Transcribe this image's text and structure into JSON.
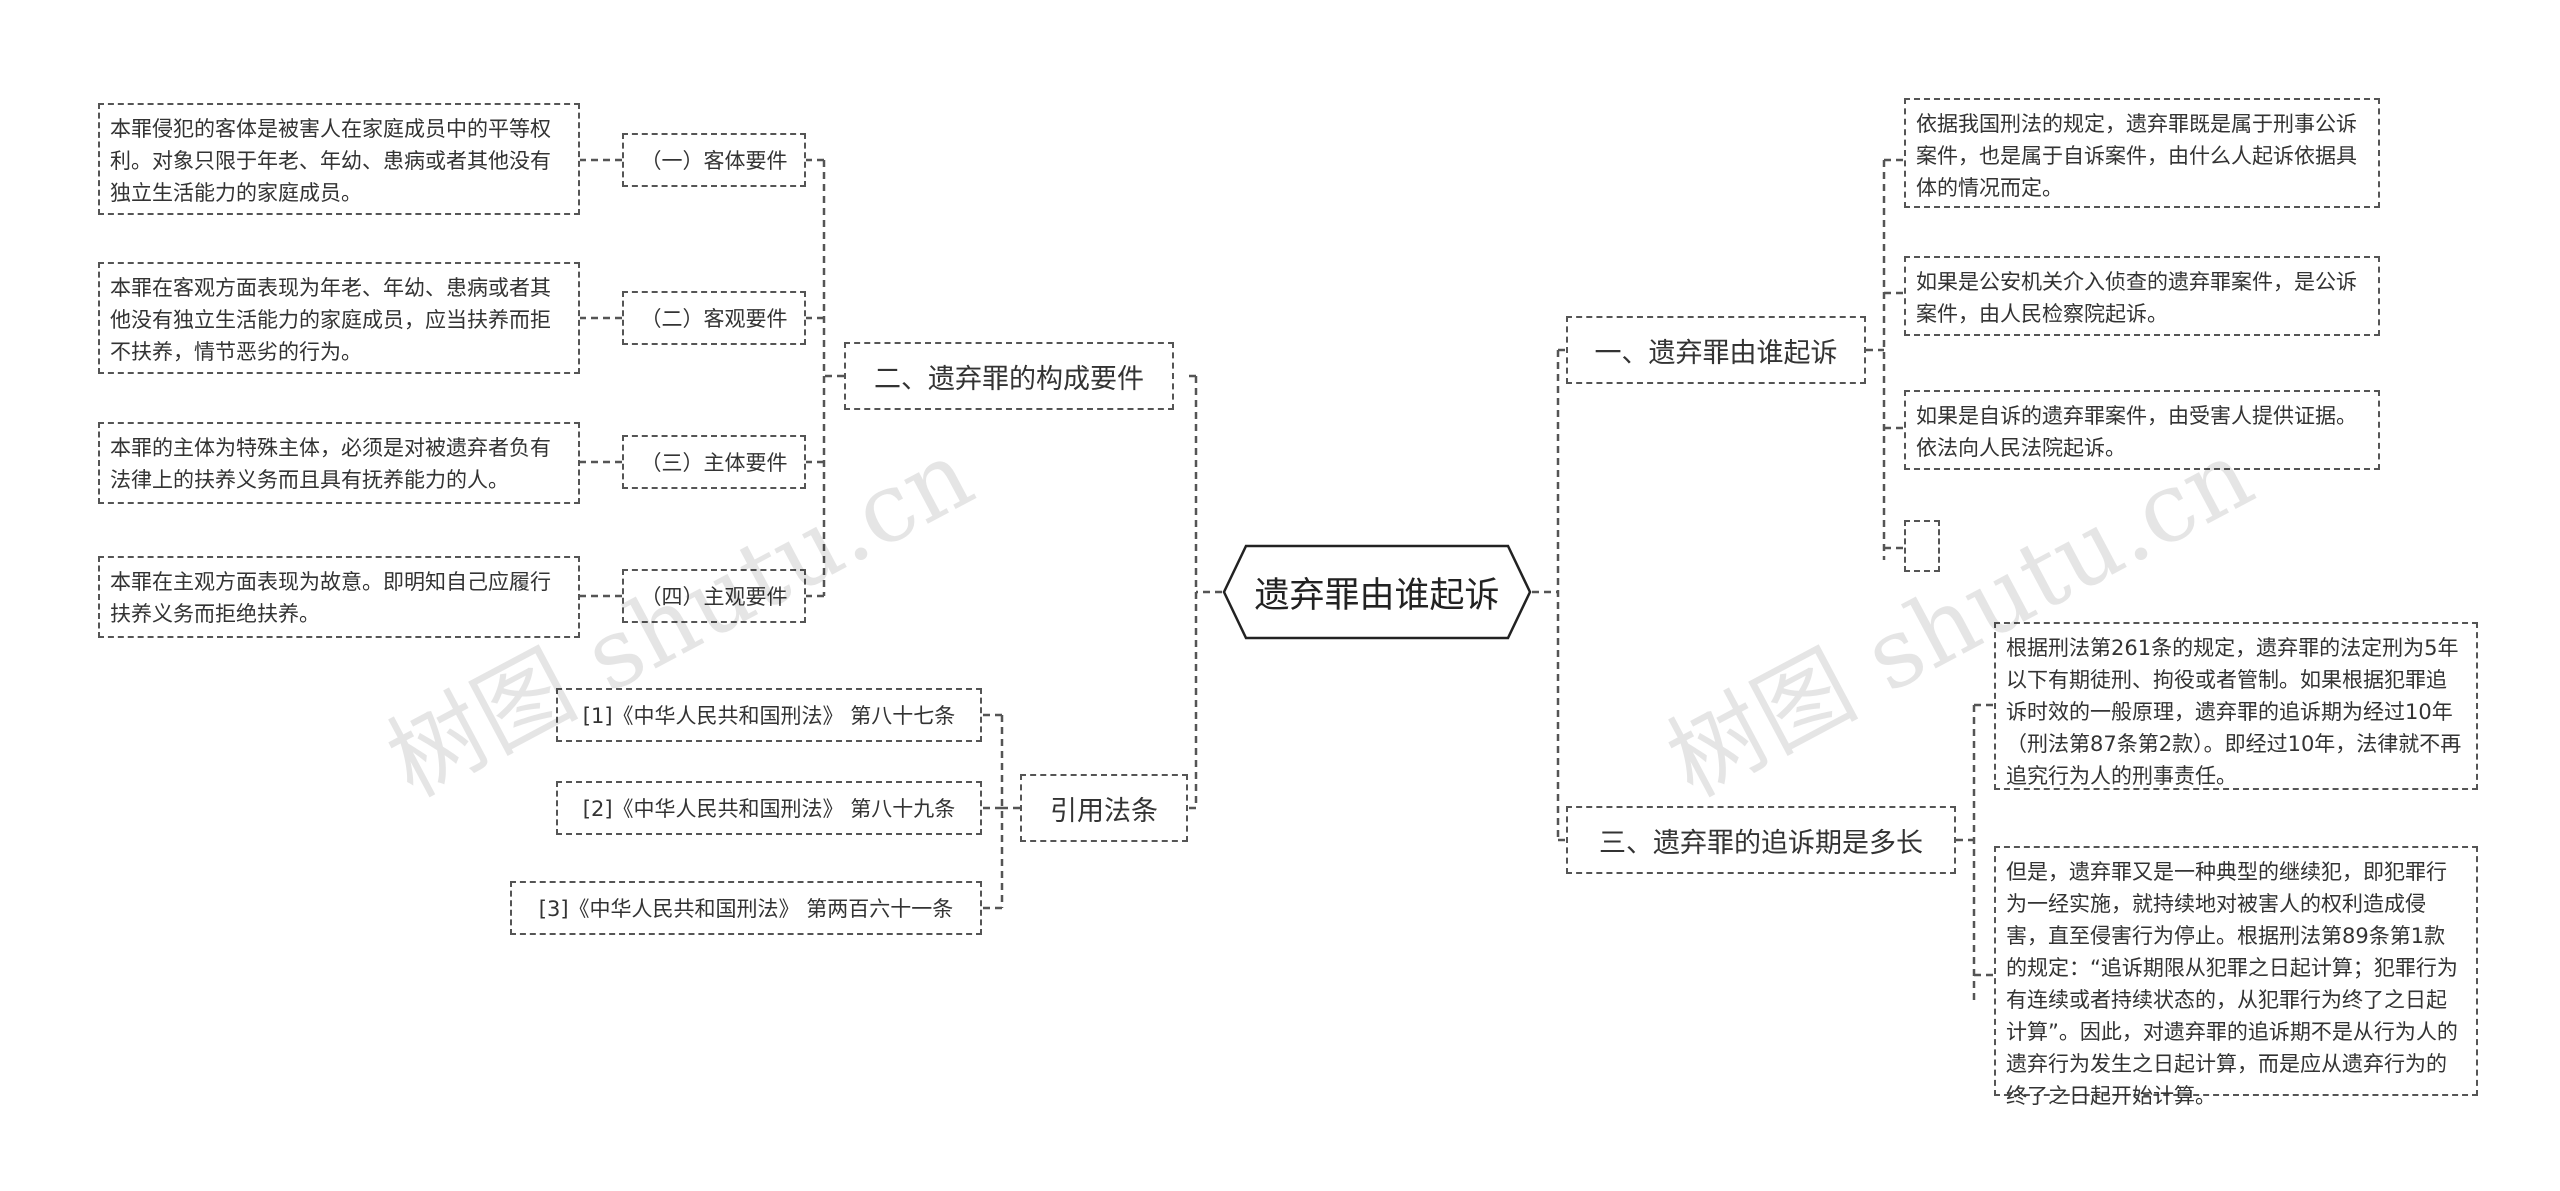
{
  "root": {
    "title": "遗弃罪由谁起诉"
  },
  "branches": {
    "prosecute": {
      "title": "一、遗弃罪由谁起诉",
      "leaves": [
        "依据我国刑法的规定，遗弃罪既是属于刑事公诉案件，也是属于自诉案件，由什么人起诉依据具体的情况而定。",
        "如果是公安机关介入侦查的遗弃罪案件，是公诉案件，由人民检察院起诉。",
        "如果是自诉的遗弃罪案件，由受害人提供证据。依法向人民法院起诉。",
        ""
      ]
    },
    "elements": {
      "title": "二、遗弃罪的构成要件",
      "items": [
        {
          "label": "（一）客体要件",
          "text": "本罪侵犯的客体是被害人在家庭成员中的平等权利。对象只限于年老、年幼、患病或者其他没有独立生活能力的家庭成员。"
        },
        {
          "label": "（二）客观要件",
          "text": "本罪在客观方面表现为年老、年幼、患病或者其他没有独立生活能力的家庭成员，应当扶养而拒不扶养，情节恶劣的行为。"
        },
        {
          "label": "（三）主体要件",
          "text": "本罪的主体为特殊主体，必须是对被遗弃者负有法律上的扶养义务而且具有抚养能力的人。"
        },
        {
          "label": "（四）主观要件",
          "text": "本罪在主观方面表现为故意。即明知自己应履行扶养义务而拒绝扶养。"
        }
      ]
    },
    "limitation": {
      "title": "三、遗弃罪的追诉期是多长",
      "leaves": [
        "根据刑法第261条的规定，遗弃罪的法定刑为5年以下有期徒刑、拘役或者管制。如果根据犯罪追诉时效的一般原理，遗弃罪的追诉期为经过10年（刑法第87条第2款）。即经过10年，法律就不再追究行为人的刑事责任。",
        "但是，遗弃罪又是一种典型的继续犯，即犯罪行为一经实施，就持续地对被害人的权利造成侵害，直至侵害行为停止。根据刑法第89条第1款的规定：“追诉期限从犯罪之日起计算；犯罪行为有连续或者持续状态的，从犯罪行为终了之日起计算”。因此，对遗弃罪的追诉期不是从行为人的遗弃行为发生之日起计算，而是应从遗弃行为的终了之日起开始计算。"
      ]
    },
    "citations": {
      "title": "引用法条",
      "items": [
        "[1]《中华人民共和国刑法》 第八十七条",
        "[2]《中华人民共和国刑法》 第八十九条",
        "[3]《中华人民共和国刑法》 第两百六十一条"
      ]
    }
  },
  "watermark": {
    "left": "树图 shutu.cn",
    "right": "树图 shutu.cn"
  },
  "colors": {
    "line": "#555555",
    "text": "#333333",
    "background": "#ffffff"
  }
}
